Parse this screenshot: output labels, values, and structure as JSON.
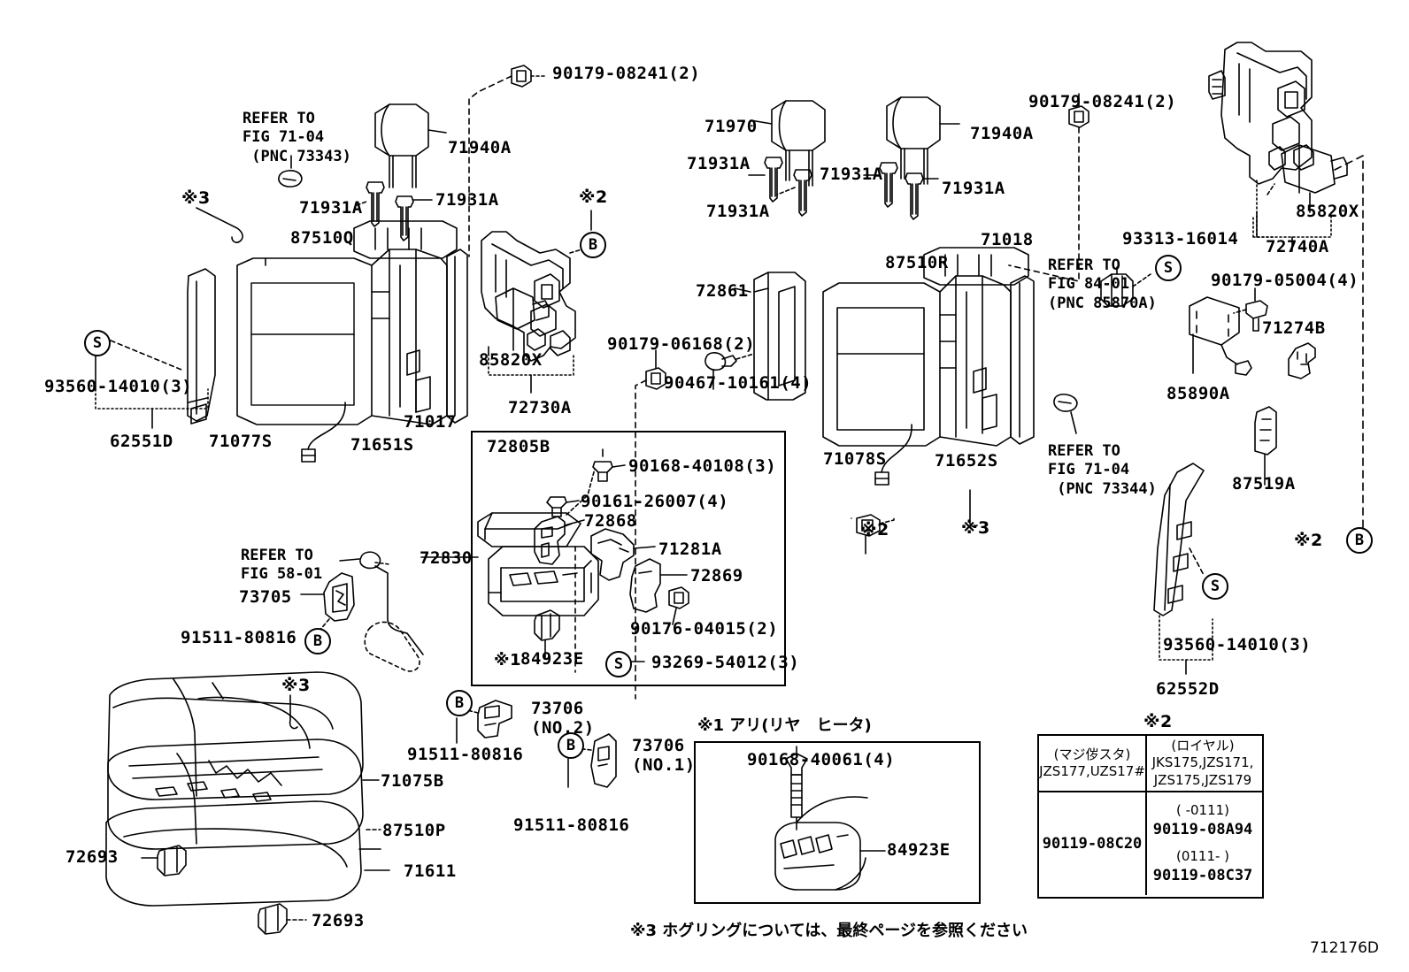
{
  "diagram": {
    "id_code": "712176D",
    "footnote3": "※3 ホグリングについては、最終ページを参照ください",
    "heater_note": "※1 アリ(リヤ　ヒータ)",
    "star1": "※1",
    "star2": "※2",
    "star3": "※3",
    "circle_b": "B",
    "circle_s": "S"
  },
  "labels": {
    "l_refer_7104_a": "REFER TO\nFIG 71-04\n (PNC 73343)",
    "l_refer_7104_b": "REFER TO\nFIG 71-04\n (PNC 73344)",
    "l_refer_8401": "REFER TO\nFIG 84-01\n(PNC 85870A)",
    "l_refer_5801": "REFER TO\nFIG 58-01",
    "p_90179_08241_l": "90179-08241(2)",
    "p_90179_08241_r": "90179-08241(2)",
    "p_71940A_l": "71940A",
    "p_71940A_r": "71940A",
    "p_71970": "71970",
    "p_71931A_1": "71931A",
    "p_71931A_2": "71931A",
    "p_71931A_3": "71931A",
    "p_71931A_4": "71931A",
    "p_71931A_5": "71931A",
    "p_71931A_6": "71931A",
    "p_87510Q": "87510Q",
    "p_87510R": "87510R",
    "p_87510P": "87510P",
    "p_93560_14010_l": "93560-14010(3)",
    "p_93560_14010_r": "93560-14010(3)",
    "p_62551D": "62551D",
    "p_62552D": "62552D",
    "p_71077S": "71077S",
    "p_71078S": "71078S",
    "p_71651S": "71651S",
    "p_71652S": "71652S",
    "p_71017": "71017",
    "p_71018": "71018",
    "p_85820X_l": "85820X",
    "p_85820X_r": "85820X",
    "p_72730A": "72730A",
    "p_72740A": "72740A",
    "p_72861": "72861",
    "p_90179_06168": "90179-06168(2)",
    "p_90467_10161": "90467-10161(4)",
    "p_93313_16014": "93313-16014",
    "p_90179_05004": "90179-05004(4)",
    "p_71274B": "71274B",
    "p_85890A": "85890A",
    "p_87519A": "87519A",
    "p_72805B": "72805B",
    "p_90168_40108": "90168-40108(3)",
    "p_90161_26007": "90161-26007(4)",
    "p_72868": "72868",
    "p_72830": "72830",
    "p_71281A": "71281A",
    "p_72869": "72869",
    "p_90176_04015": "90176-04015(2)",
    "p_84923E_box": "84923E",
    "p_93269_54012": "93269-54012(3)",
    "p_73705": "73705",
    "p_91511_80816_a": "91511-80816",
    "p_91511_80816_b": "91511-80816",
    "p_91511_80816_c": "91511-80816",
    "p_73706_no2": "73706\n(NO.2)",
    "p_73706_no1": "73706\n(NO.1)",
    "p_71075B": "71075B",
    "p_71611": "71611",
    "p_72693_a": "72693",
    "p_72693_b": "72693",
    "p_90168_40061": "90168-40061(4)",
    "p_84923E_heat": "84923E"
  },
  "variant_table": {
    "header_marker": "※2",
    "col1": {
      "name": "(マジ㑕スタ)",
      "models": "JZS177,UZS17#",
      "part": "90119-08C20"
    },
    "col2": {
      "name": "(ロイヤル)",
      "models_line1": "JKS175,JZS171,",
      "models_line2": "JZS175,JZS179",
      "range1": "(   -0111)",
      "part1": "90119-08A94",
      "range2": "(0111-   )",
      "part2": "90119-08C37"
    }
  }
}
